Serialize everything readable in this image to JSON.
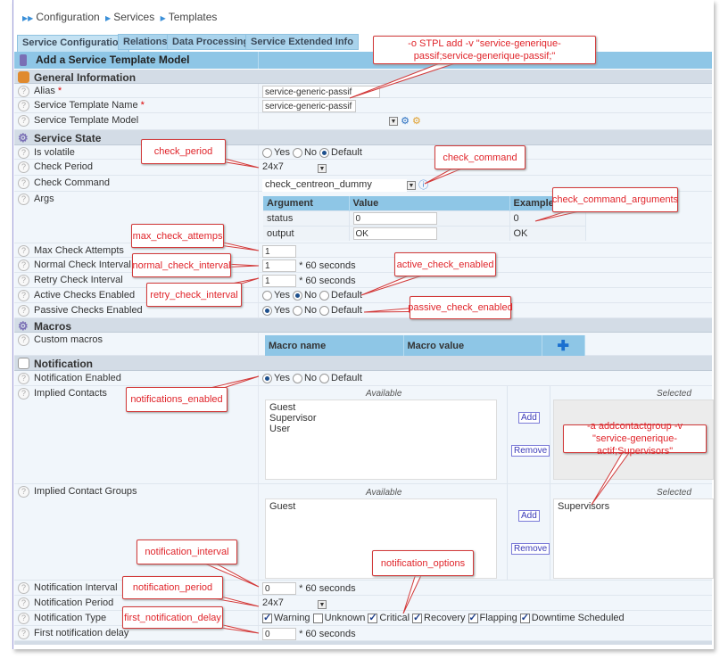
{
  "breadcrumb": [
    "Configuration",
    "Services",
    "Templates"
  ],
  "tabs": [
    "Service Configuration",
    "Relations",
    "Data Processing",
    "Service Extended Info"
  ],
  "header": "Add a Service Template Model",
  "general": {
    "title": "General Information",
    "alias_label": "Alias",
    "alias_value": "service-generic-passif",
    "name_label": "Service Template Name",
    "name_value": "service-generic-passif",
    "model_label": "Service Template Model",
    "required_mark": "*"
  },
  "state": {
    "title": "Service State",
    "is_volatile": "Is volatile",
    "check_period": "Check Period",
    "check_period_value": "24x7",
    "check_command": "Check Command",
    "check_command_value": "check_centreon_dummy",
    "args": "Args",
    "args_table": {
      "headers": [
        "Argument",
        "Value",
        "Example"
      ],
      "rows": [
        [
          "status",
          "0",
          "0"
        ],
        [
          "output",
          "OK",
          "OK"
        ]
      ]
    },
    "max_attempts": "Max Check Attempts",
    "max_attempts_value": "1",
    "normal_interval": "Normal Check Interval",
    "normal_interval_value": "1",
    "retry_interval": "Retry Check Interval",
    "retry_interval_value": "1",
    "seconds_suffix": "* 60 seconds",
    "active": "Active Checks Enabled",
    "passive": "Passive Checks Enabled"
  },
  "radio": {
    "yes": "Yes",
    "no": "No",
    "default": "Default"
  },
  "radio_selected": {
    "is_volatile": "Default",
    "active": "No",
    "passive": "Yes",
    "notification_enabled": "Yes"
  },
  "macros": {
    "title": "Macros",
    "custom": "Custom macros",
    "headers": [
      "Macro name",
      "Macro value"
    ]
  },
  "notification": {
    "title": "Notification",
    "enabled": "Notification Enabled",
    "contacts": "Implied Contacts",
    "contact_groups": "Implied Contact Groups",
    "available": "Available",
    "selected": "Selected",
    "add": "Add",
    "remove": "Remove",
    "contacts_available": [
      "Guest",
      "Supervisor",
      "User"
    ],
    "contacts_selected": [],
    "groups_available": [
      "Guest"
    ],
    "groups_selected": [
      "Supervisors"
    ],
    "interval": "Notification Interval",
    "interval_value": "0",
    "period": "Notification Period",
    "period_value": "24x7",
    "type": "Notification Type",
    "types": [
      {
        "label": "Warning",
        "checked": true
      },
      {
        "label": "Unknown",
        "checked": false
      },
      {
        "label": "Critical",
        "checked": true
      },
      {
        "label": "Recovery",
        "checked": true
      },
      {
        "label": "Flapping",
        "checked": true
      },
      {
        "label": "Downtime Scheduled",
        "checked": true
      }
    ],
    "first_delay": "First notification delay",
    "first_delay_value": "0"
  },
  "callouts": [
    "-o STPL add -v \"service-generique-passif;service-generique-passif;\"",
    "check_period",
    "check_command",
    "check_command_arguments",
    "max_check_attemps",
    "normal_check_interval",
    "retry_check_interval",
    "active_check_enabled",
    "passive_check_enabled",
    "notifications_enabled",
    "-a addcontactgroup -v \"service-generique-actif;Supervisors\"",
    "notification_interval",
    "notification_options",
    "notification_period",
    "first_notification_delay"
  ],
  "colors": {
    "header_blue": "#8ec6e6",
    "section_grey": "#d3dce6",
    "callout_red": "#e0242a"
  }
}
